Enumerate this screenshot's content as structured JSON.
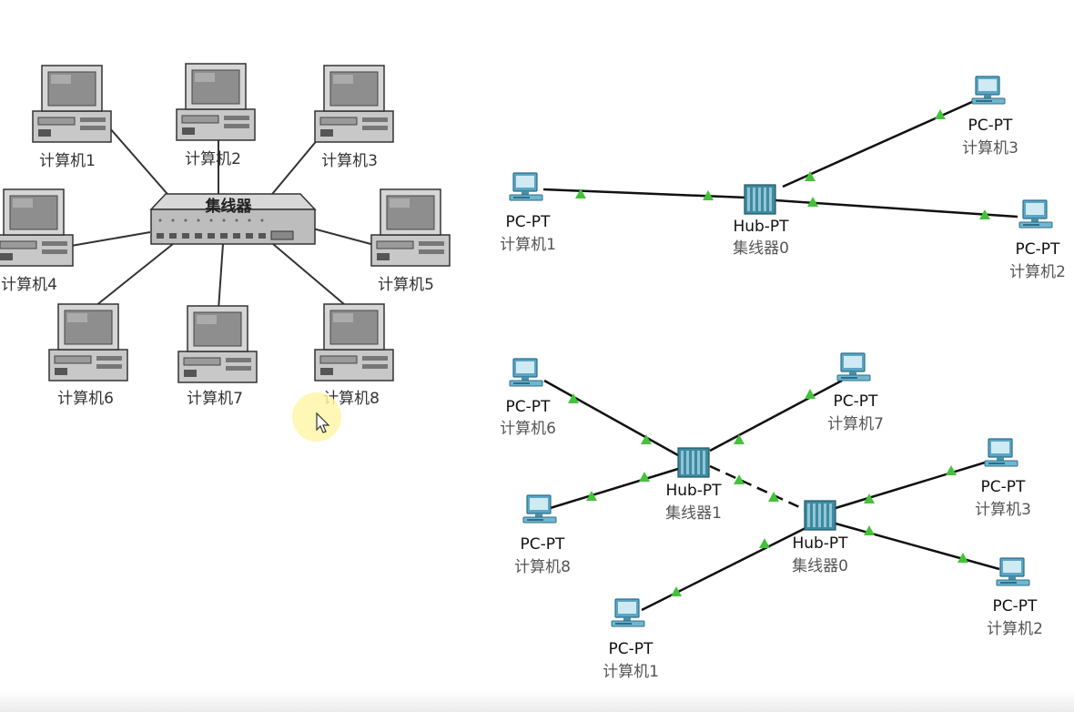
{
  "left_diagram": {
    "hub": {
      "label": "集线器"
    },
    "computers": [
      {
        "id": "c1",
        "label": "计算机1"
      },
      {
        "id": "c2",
        "label": "计算机2"
      },
      {
        "id": "c3",
        "label": "计算机3"
      },
      {
        "id": "c4",
        "label": "计算机4"
      },
      {
        "id": "c5",
        "label": "计算机5"
      },
      {
        "id": "c6",
        "label": "计算机6"
      },
      {
        "id": "c7",
        "label": "计算机7"
      },
      {
        "id": "c8",
        "label": "计算机8"
      }
    ]
  },
  "top_right_topology": {
    "hub": {
      "type": "Hub-PT",
      "name": "集线器0"
    },
    "pcs": [
      {
        "id": "t1",
        "type": "PC-PT",
        "name": "计算机1"
      },
      {
        "id": "t3",
        "type": "PC-PT",
        "name": "计算机3"
      },
      {
        "id": "t2",
        "type": "PC-PT",
        "name": "计算机2"
      }
    ]
  },
  "bottom_right_topology": {
    "hubs": [
      {
        "id": "h1",
        "type": "Hub-PT",
        "name": "集线器1"
      },
      {
        "id": "h0",
        "type": "Hub-PT",
        "name": "集线器0"
      }
    ],
    "pcs": [
      {
        "id": "b6",
        "type": "PC-PT",
        "name": "计算机6"
      },
      {
        "id": "b7",
        "type": "PC-PT",
        "name": "计算机7"
      },
      {
        "id": "b8",
        "type": "PC-PT",
        "name": "计算机8"
      },
      {
        "id": "b3",
        "type": "PC-PT",
        "name": "计算机3"
      },
      {
        "id": "b2",
        "type": "PC-PT",
        "name": "计算机2"
      },
      {
        "id": "b1",
        "type": "PC-PT",
        "name": "计算机1"
      }
    ],
    "links": [
      {
        "from": "b6",
        "to": "h1",
        "style": "solid"
      },
      {
        "from": "b8",
        "to": "h1",
        "style": "solid"
      },
      {
        "from": "b7",
        "to": "h1",
        "style": "solid"
      },
      {
        "from": "h1",
        "to": "h0",
        "style": "dashed"
      },
      {
        "from": "b3",
        "to": "h0",
        "style": "solid"
      },
      {
        "from": "b2",
        "to": "h0",
        "style": "solid"
      },
      {
        "from": "b1",
        "to": "h0",
        "style": "solid"
      }
    ]
  },
  "colors": {
    "link": "#111111",
    "port_indicator": "#44c23a",
    "hub_teal": "#3f8aa0",
    "pc_blue": "#5aa6c4",
    "cursor_highlight": "#fff6a8"
  }
}
